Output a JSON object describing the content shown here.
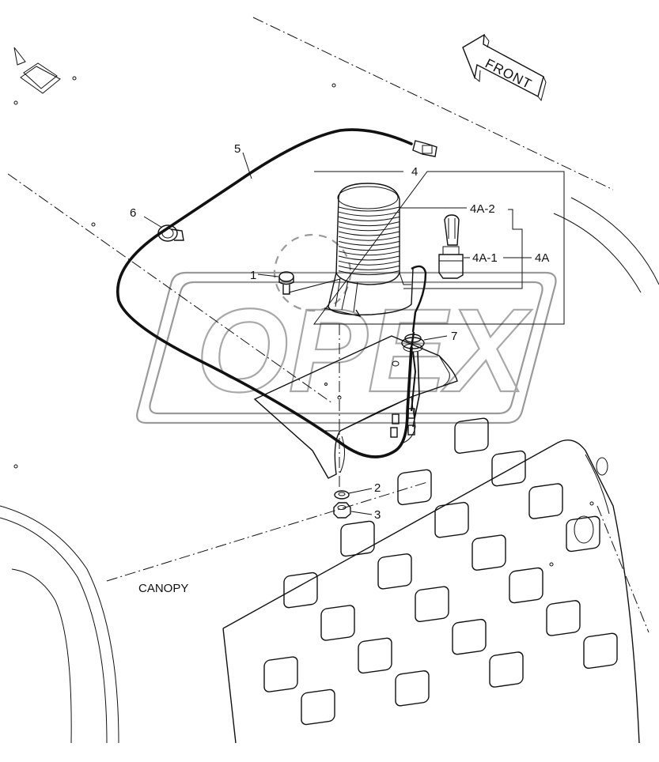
{
  "labels": {
    "front": "FRONT",
    "canopy": "CANOPY",
    "p1": "1",
    "p2": "2",
    "p3": "3",
    "p4": "4",
    "p4A": "4A",
    "p4A1": "4A-1",
    "p4A2": "4A-2",
    "p5": "5",
    "p6": "6",
    "p7": "7"
  },
  "watermark": "OPEX"
}
